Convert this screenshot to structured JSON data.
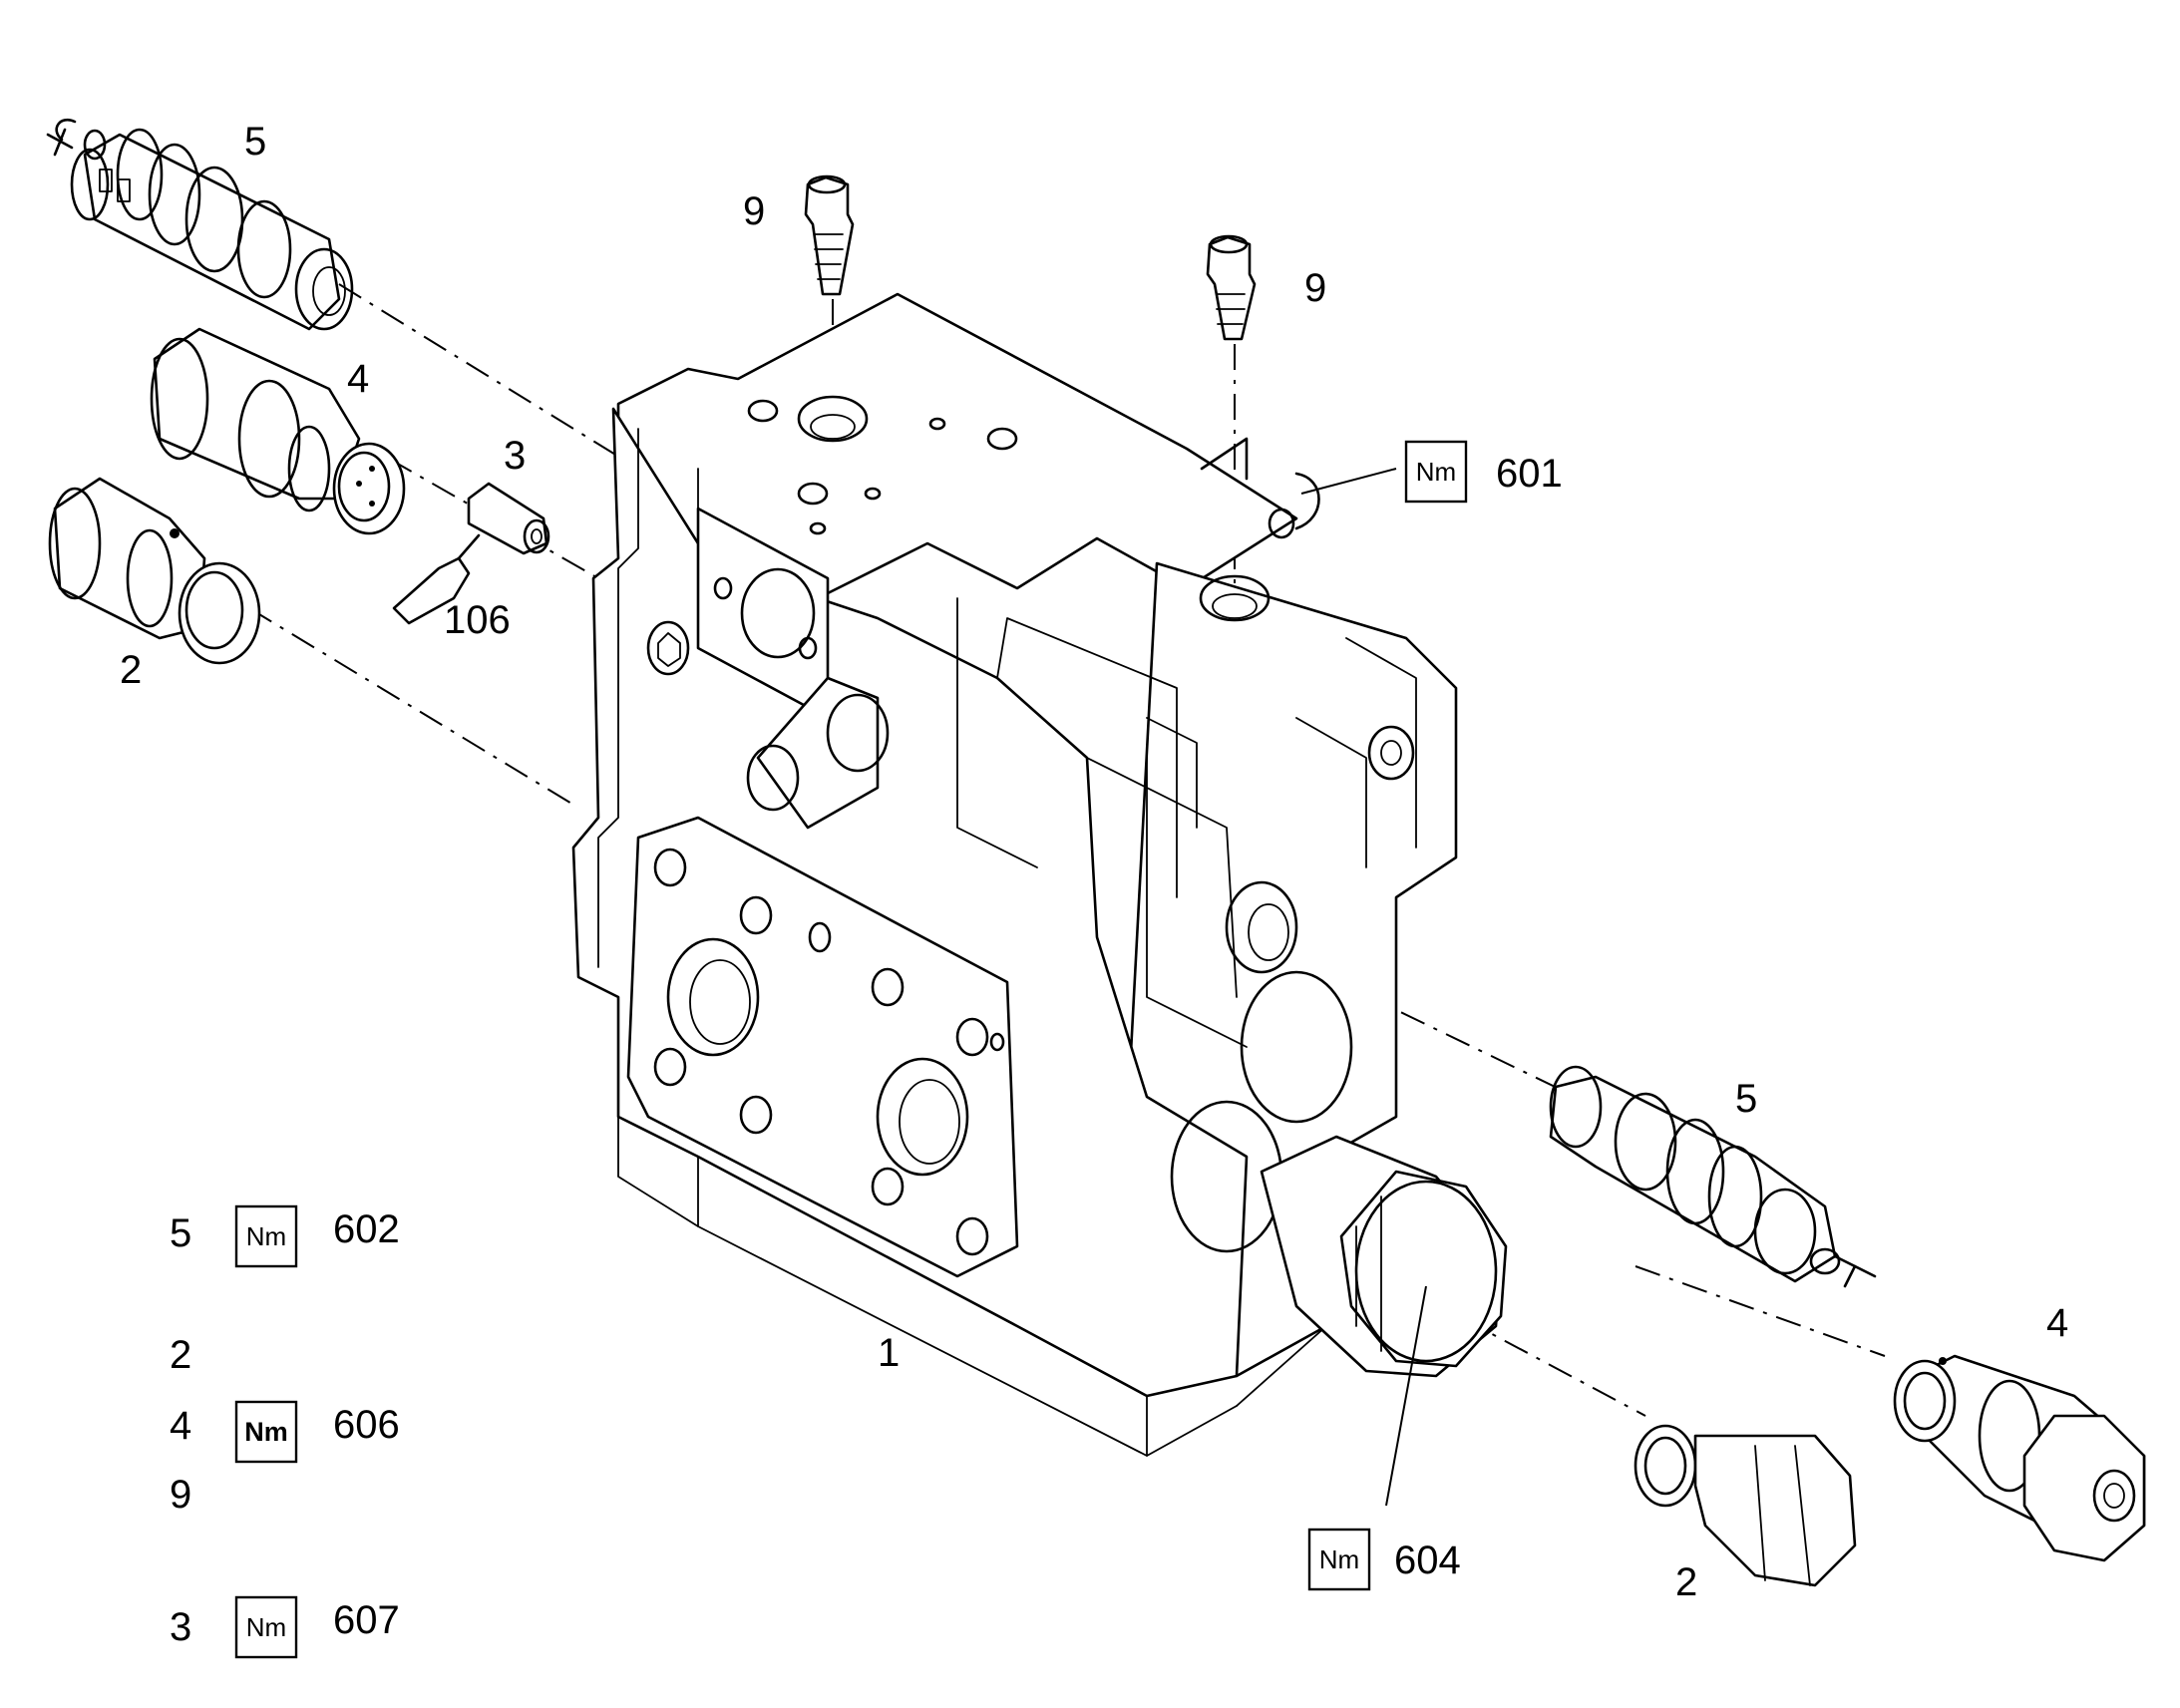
{
  "callouts": {
    "c5_top": "5",
    "c9_left": "9",
    "c9_right": "9",
    "c4_top": "4",
    "c3_top": "3",
    "c106": "106",
    "c2_top": "2",
    "c1_body": "1",
    "c5_right": "5",
    "c4_right": "4",
    "c2_right": "2"
  },
  "torque": {
    "nm_label": "Nm",
    "t601": "601",
    "t604": "604"
  },
  "legend": {
    "rows": [
      {
        "part": "5",
        "nm": "Nm",
        "code": "602",
        "bold": false
      },
      {
        "part": "2",
        "nm": "",
        "code": "",
        "bold": false
      },
      {
        "part": "4",
        "nm": "Nm",
        "code": "606",
        "bold": true
      },
      {
        "part": "9",
        "nm": "",
        "code": "",
        "bold": false
      },
      {
        "part": "3",
        "nm": "Nm",
        "code": "607",
        "bold": false
      }
    ]
  }
}
